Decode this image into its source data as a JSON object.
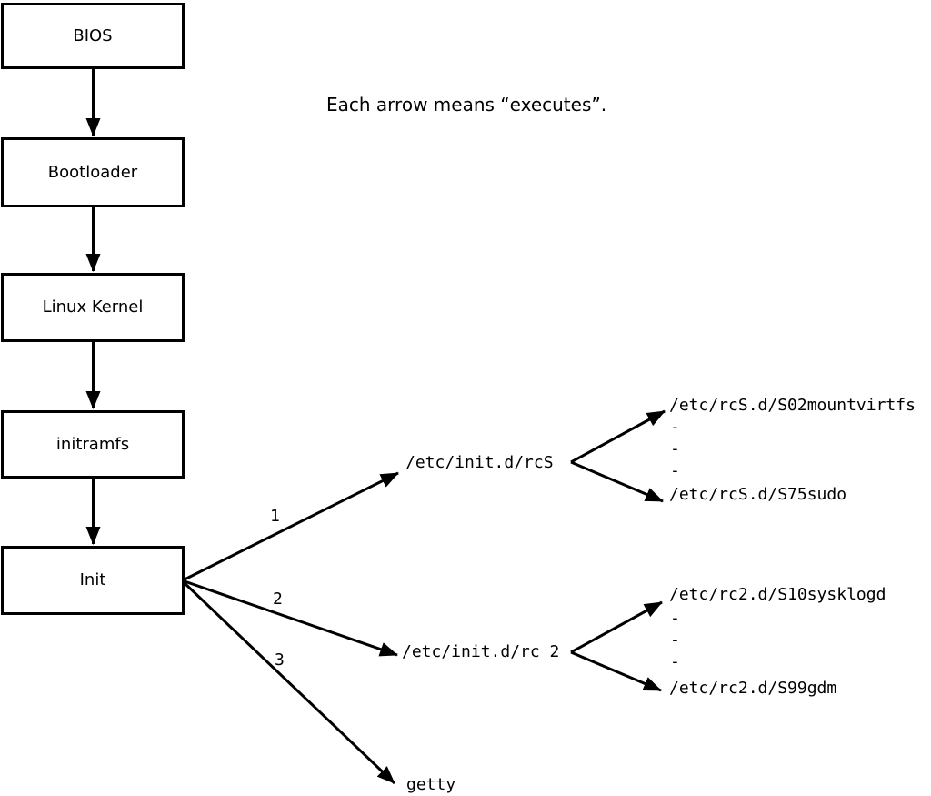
{
  "note": "Each arrow means “executes”.",
  "chain": [
    {
      "label": "BIOS"
    },
    {
      "label": "Bootloader"
    },
    {
      "label": "Linux Kernel"
    },
    {
      "label": "initramfs"
    },
    {
      "label": "Init"
    }
  ],
  "fan": {
    "labels": [
      "1",
      "2",
      "3"
    ],
    "targets": [
      "/etc/init.d/rcS",
      "/etc/init.d/rc 2",
      "getty"
    ]
  },
  "rcs_branch": {
    "top": "/etc/rcS.d/S02mountvirtfs",
    "dashes": [
      "-",
      "-",
      "-"
    ],
    "bottom": "/etc/rcS.d/S75sudo"
  },
  "rc2_branch": {
    "top": "/etc/rc2.d/S10sysklogd",
    "dashes": [
      "-",
      "-",
      "-"
    ],
    "bottom": "/etc/rc2.d/S99gdm"
  },
  "colors": {
    "line": "#000000",
    "background": "#ffffff"
  }
}
